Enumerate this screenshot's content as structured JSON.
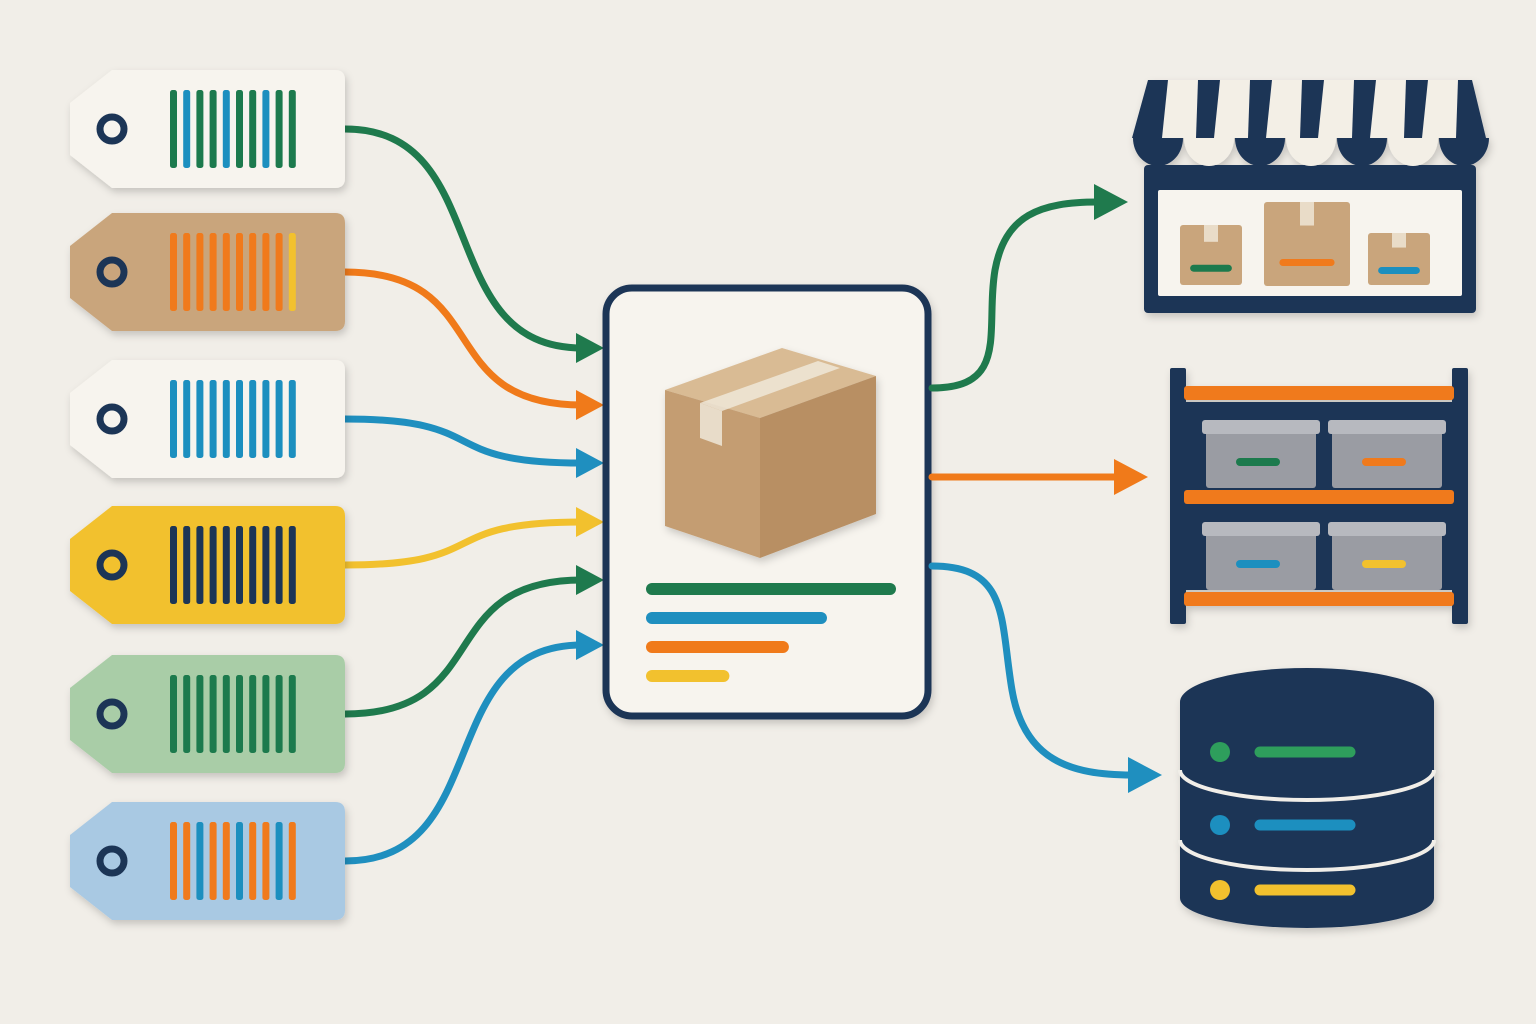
{
  "palette": {
    "background": "#f1eee8",
    "navy": "#1d3557",
    "green": "#1f7a4d",
    "orange": "#f07a1a",
    "blue": "#1f8fbf",
    "yellow": "#f2c12e",
    "kraft": "#c9a57c",
    "gray_bin": "#9a9ca3",
    "paper": "#f7f4ee"
  },
  "tags": [
    {
      "fill": "#f7f4ee",
      "bar_colors": [
        "#1f7a4d",
        "#1f8fbf",
        "#1f7a4d",
        "#1f7a4d",
        "#1f8fbf",
        "#1f7a4d",
        "#1f7a4d",
        "#1f8fbf",
        "#1f7a4d",
        "#1f7a4d"
      ],
      "arrow_color": "#1f7a4d"
    },
    {
      "fill": "#c9a57c",
      "bar_colors": [
        "#f07a1a",
        "#f07a1a",
        "#f07a1a",
        "#f07a1a",
        "#f07a1a",
        "#f07a1a",
        "#f07a1a",
        "#f07a1a",
        "#f07a1a",
        "#f2c12e"
      ],
      "arrow_color": "#f07a1a"
    },
    {
      "fill": "#f7f4ee",
      "bar_colors": [
        "#1f8fbf",
        "#1f8fbf",
        "#1f8fbf",
        "#1f8fbf",
        "#1f8fbf",
        "#1f8fbf",
        "#1f8fbf",
        "#1f8fbf",
        "#1f8fbf",
        "#1f8fbf"
      ],
      "arrow_color": "#1f8fbf"
    },
    {
      "fill": "#f2c12e",
      "bar_colors": [
        "#1d3557",
        "#1d3557",
        "#1d3557",
        "#1d3557",
        "#1d3557",
        "#1d3557",
        "#1d3557",
        "#1d3557",
        "#1d3557",
        "#1d3557"
      ],
      "arrow_color": "#f2c12e"
    },
    {
      "fill": "#a9cda7",
      "bar_colors": [
        "#1f7a4d",
        "#1f7a4d",
        "#1f7a4d",
        "#1f7a4d",
        "#1f7a4d",
        "#1f7a4d",
        "#1f7a4d",
        "#1f7a4d",
        "#1f7a4d",
        "#1f7a4d"
      ],
      "arrow_color": "#1f7a4d"
    },
    {
      "fill": "#a9c9e3",
      "bar_colors": [
        "#f07a1a",
        "#f07a1a",
        "#1f8fbf",
        "#f07a1a",
        "#f07a1a",
        "#1f8fbf",
        "#f07a1a",
        "#f07a1a",
        "#1f8fbf",
        "#f07a1a"
      ],
      "arrow_color": "#1f8fbf"
    }
  ],
  "product_card": {
    "line_colors": [
      "#1f7a4d",
      "#1f8fbf",
      "#f07a1a",
      "#f2c12e"
    ],
    "line_lengths": [
      1.0,
      0.71,
      0.55,
      0.3
    ]
  },
  "outputs": [
    {
      "id": "storefront",
      "icon": "storefront-icon",
      "arrow_color": "#1f7a4d",
      "label_colors": [
        "#1f7a4d",
        "#f07a1a",
        "#1f8fbf"
      ]
    },
    {
      "id": "warehouse-shelf",
      "icon": "warehouse-shelf-icon",
      "arrow_color": "#f07a1a",
      "label_colors": [
        "#1f7a4d",
        "#f07a1a",
        "#1f8fbf",
        "#f2c12e"
      ]
    },
    {
      "id": "database",
      "icon": "database-icon",
      "arrow_color": "#1f8fbf",
      "label_colors": [
        "#2e9e5b",
        "#1f8fbf",
        "#f2c12e"
      ]
    }
  ]
}
